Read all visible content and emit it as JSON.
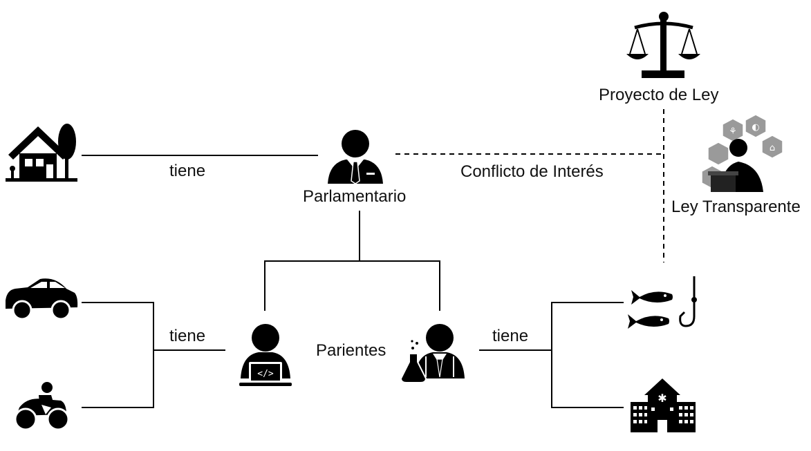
{
  "labels": {
    "proyecto": "Proyecto de Ley",
    "ley_transparente": "Ley Transparente",
    "conflicto": "Conflicto de Interés",
    "parlamentario": "Parlamentario",
    "parientes": "Parientes",
    "tiene_casa": "tiene",
    "tiene_vehiculos": "tiene",
    "tiene_bienes": "tiene"
  },
  "icons": {
    "balanza": "scales-icon",
    "ley_transparente": "transparency-law-icon",
    "casa": "house-icon",
    "parlamentario": "businessman-icon",
    "auto": "car-icon",
    "moto": "motorcycle-icon",
    "programador": "programmer-icon",
    "cientifico": "scientist-icon",
    "pesca": "fishing-icon",
    "hospital": "hospital-icon"
  },
  "colors": {
    "ink": "#000000",
    "text": "#111111",
    "hex_gray": "#9a9a9a"
  }
}
